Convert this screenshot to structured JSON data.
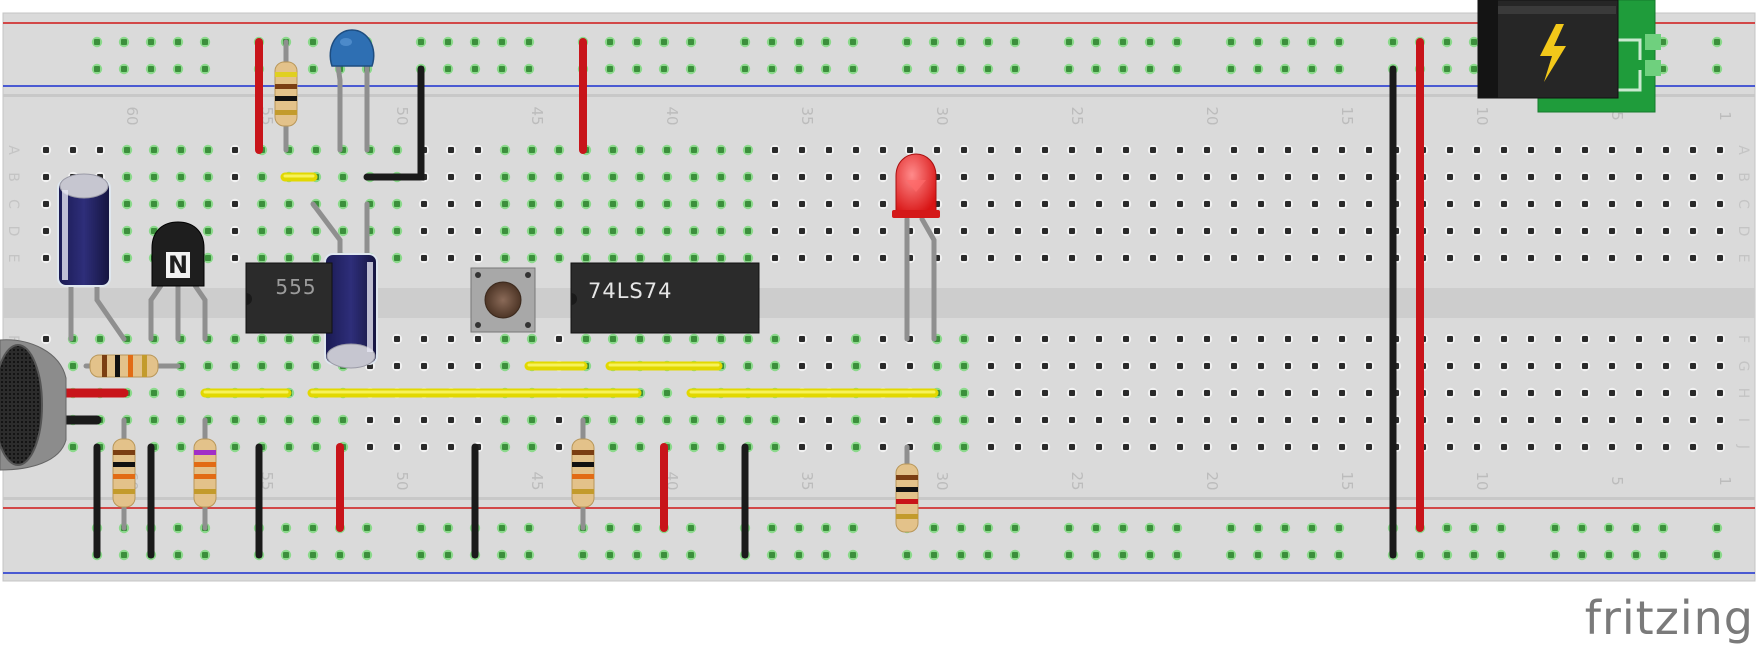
{
  "brand": {
    "text": "fritzing"
  },
  "breadboard": {
    "column_numbers": [
      {
        "col": 1,
        "label": "1"
      },
      {
        "col": 5,
        "label": "5"
      },
      {
        "col": 10,
        "label": "10"
      },
      {
        "col": 15,
        "label": "15"
      },
      {
        "col": 20,
        "label": "20"
      },
      {
        "col": 25,
        "label": "25"
      },
      {
        "col": 30,
        "label": "30"
      },
      {
        "col": 35,
        "label": "35"
      },
      {
        "col": 40,
        "label": "40"
      },
      {
        "col": 45,
        "label": "45"
      },
      {
        "col": 50,
        "label": "50"
      },
      {
        "col": 55,
        "label": "55"
      },
      {
        "col": 60,
        "label": "60"
      }
    ],
    "row_letters": [
      "A",
      "B",
      "C",
      "D",
      "E",
      "F",
      "G",
      "H",
      "I",
      "J"
    ]
  },
  "components": {
    "ic_555": {
      "label": "555"
    },
    "ic_74ls74": {
      "label": "74LS74"
    },
    "transistor": {
      "label": "N"
    },
    "power_jack_symbol": "lightning-icon"
  },
  "colors": {
    "board": "#d9d9d9",
    "rail_red": "#d01818",
    "rail_blue": "#1a2fd0",
    "wire_red": "#c8141a",
    "wire_black": "#1a1a1a",
    "wire_yellow": "#f2ea17",
    "led": "#e81b1b",
    "power_jack_pcb": "#1f9c3b"
  }
}
